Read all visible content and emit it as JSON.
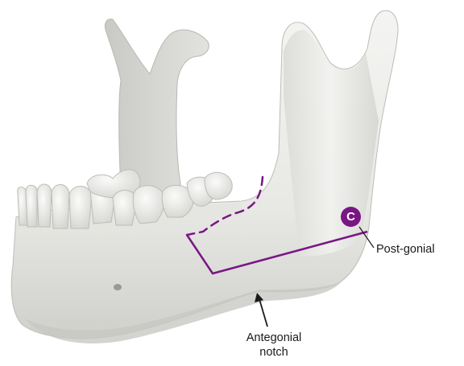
{
  "colors": {
    "bone_light": "#f1f1ef",
    "bone_mid": "#dcdcd8",
    "bone_shadow": "#bdbdb8",
    "outline_accent": "#7a1584",
    "text": "#1a1a1a"
  },
  "marker": {
    "letter": "C"
  },
  "labels": {
    "post_gonial": "Post-gonial",
    "antegonial_line1": "Antegonial",
    "antegonial_line2": "notch"
  }
}
